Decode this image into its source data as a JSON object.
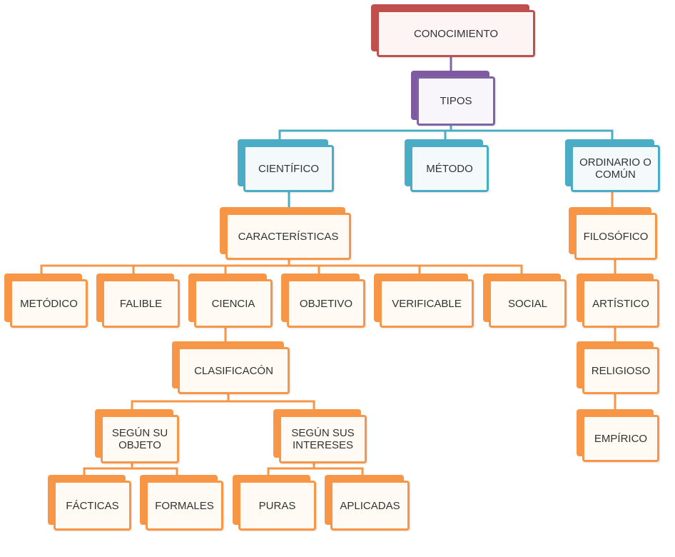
{
  "colors": {
    "red": "#c0504d",
    "purple": "#8064a2",
    "teal": "#4bacc6",
    "orange": "#f79646"
  },
  "nodes": {
    "conocimiento": "CONOCIMIENTO",
    "tipos": "TIPOS",
    "cientifico": "CIENTÍFICO",
    "metodo": "MÉTODO",
    "ordinario": "ORDINARIO O COMÚN",
    "caracteristicas": "CARACTERÍSTICAS",
    "metodico": "METÓDICO",
    "falible": "FALIBLE",
    "ciencia": "CIENCIA",
    "objetivo": "OBJETIVO",
    "verificable": "VERIFICABLE",
    "social": "SOCIAL",
    "clasificacion": "CLASIFICACÓN",
    "segun_objeto": "SEGÚN SU OBJETO",
    "segun_intereses": "SEGÚN SUS INTERESES",
    "facticas": "FÁCTICAS",
    "formales": "FORMALES",
    "puras": "PURAS",
    "aplicadas": "APLICADAS",
    "filosofico": "FILOSÓFICO",
    "artistico": "ARTÍSTICO",
    "religioso": "RELIGIOSO",
    "empirico": "EMPÍRICO"
  }
}
